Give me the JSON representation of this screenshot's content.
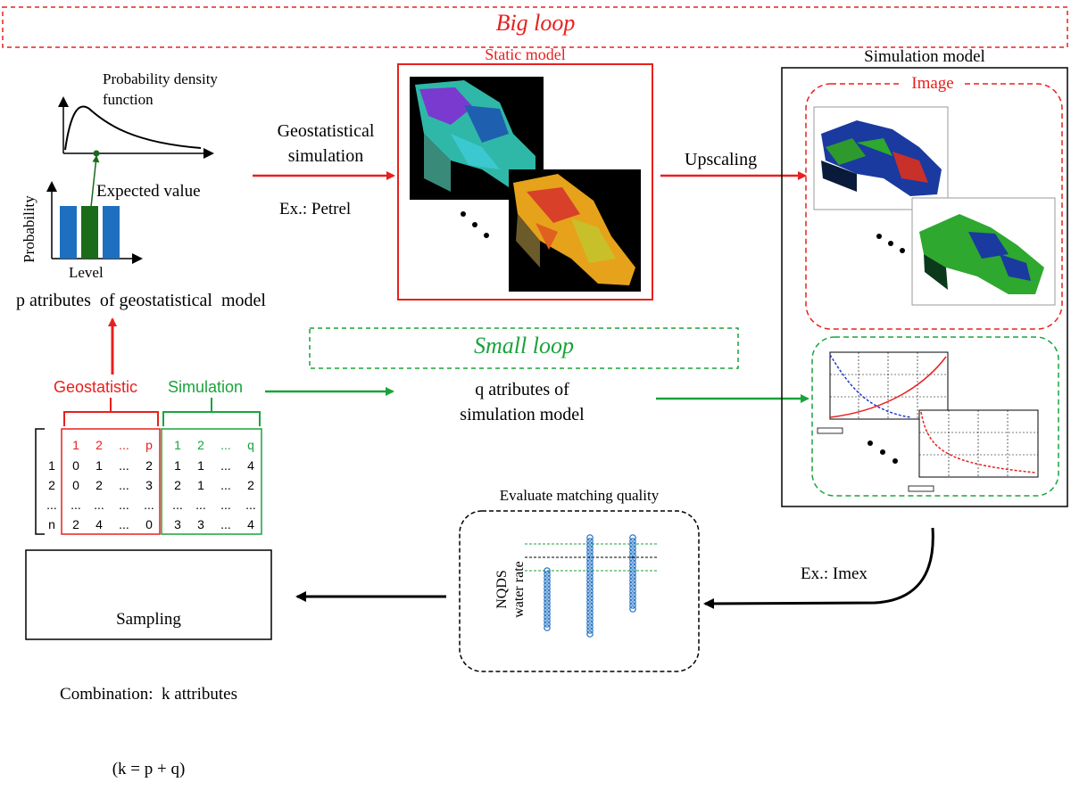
{
  "colors": {
    "red": "#e8201e",
    "green": "#1aa33a",
    "black": "#000000",
    "blue": "#1f6fc0",
    "darkgreen": "#1a6b1a"
  },
  "big_loop": {
    "label": "Big loop"
  },
  "small_loop": {
    "label": "Small loop"
  },
  "pdf": {
    "title_line1": "Probability density",
    "title_line2": "function",
    "expected_value": "Expected value",
    "y_label": "Probability",
    "x_label": "Level",
    "caption": "p atributes  of geostatistical  model"
  },
  "geostat_sim": {
    "line1": "Geostatistical",
    "line2": "simulation",
    "example": "Ex.: Petrel"
  },
  "static_model": {
    "title": "Static model"
  },
  "upscaling": {
    "label": "Upscaling"
  },
  "simulation_model": {
    "title": "Simulation model",
    "image_label": "Image"
  },
  "q_attributes": {
    "line1": "q atributes of",
    "line2": "simulation model"
  },
  "table": {
    "geostatistic_label": "Geostatistic",
    "simulation_label": "Simulation",
    "geo_header": [
      "1",
      "2",
      "...",
      "p"
    ],
    "sim_header": [
      "1",
      "2",
      "...",
      "q"
    ],
    "row_index": [
      "1",
      "2",
      "...",
      "n"
    ],
    "geo_rows": [
      [
        "0",
        "1",
        "...",
        "2"
      ],
      [
        "0",
        "2",
        "...",
        "3"
      ],
      [
        "...",
        "...",
        "...",
        "..."
      ],
      [
        "2",
        "4",
        "...",
        "0"
      ]
    ],
    "sim_rows": [
      [
        "1",
        "1",
        "...",
        "4"
      ],
      [
        "2",
        "1",
        "...",
        "2"
      ],
      [
        "...",
        "...",
        "...",
        "..."
      ],
      [
        "3",
        "3",
        "...",
        "4"
      ]
    ]
  },
  "evaluate": {
    "title": "Evaluate matching quality",
    "ylabel_line1": "NQDS",
    "ylabel_line2": "water rate"
  },
  "imex": {
    "label": "Ex.: Imex"
  },
  "sampling": {
    "line1": "Sampling",
    "line2": "Combination:  k attributes",
    "line3": "(k = p + q)"
  }
}
